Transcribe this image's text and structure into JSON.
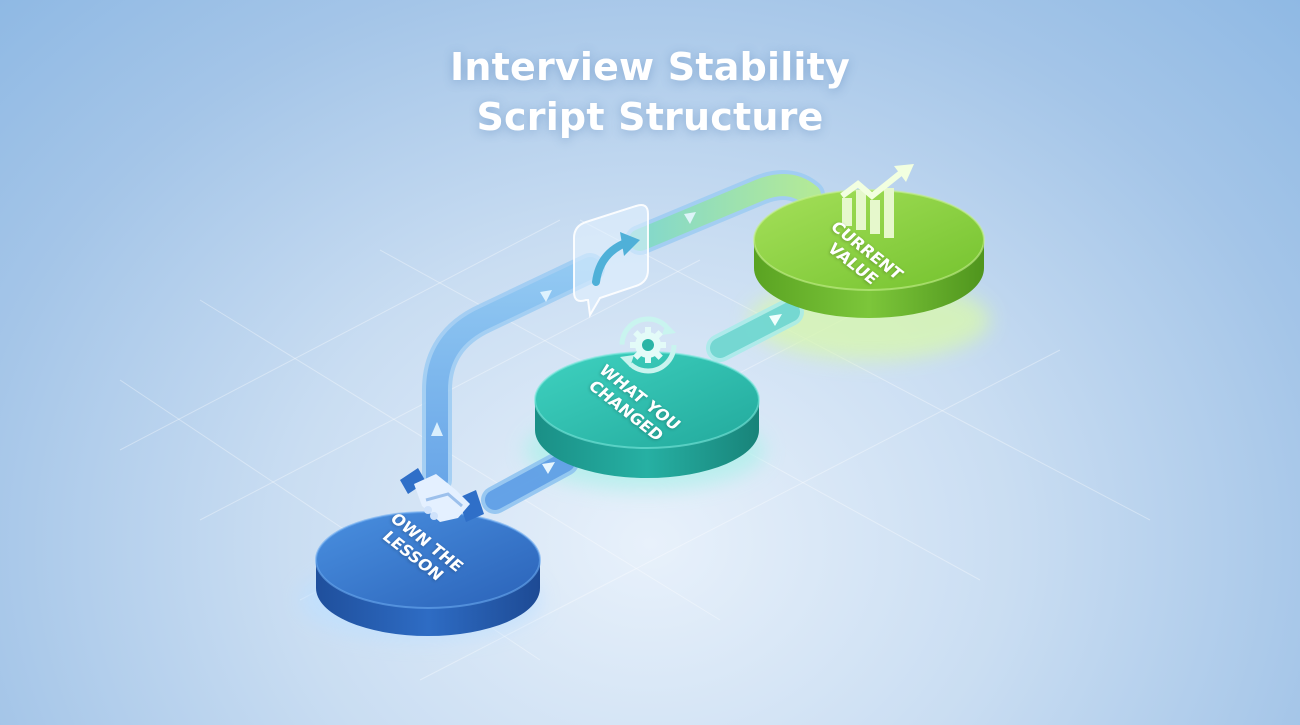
{
  "title": {
    "line1": "Interview Stability",
    "line2": "Script Structure"
  },
  "colors": {
    "background": "#8fb9e4",
    "step1": "#2f6fc8",
    "step2": "#2fbfae",
    "step3": "#8fd44a",
    "pipe_blue": "#7fb6ee",
    "pipe_teal": "#6fd6d0",
    "pipe_green": "#a6e28a"
  },
  "steps": [
    {
      "order": 1,
      "label_line1": "OWN THE",
      "label_line2": "LESSON",
      "icon": "handshake-icon"
    },
    {
      "order": 2,
      "label_line1": "WHAT YOU",
      "label_line2": "CHANGED",
      "icon": "gear-cycle-icon"
    },
    {
      "order": 3,
      "label_line1": "CURRENT",
      "label_line2": "VALUE",
      "icon": "growth-chart-icon"
    }
  ],
  "connector_icon": "speech-bubble-arrow-icon"
}
